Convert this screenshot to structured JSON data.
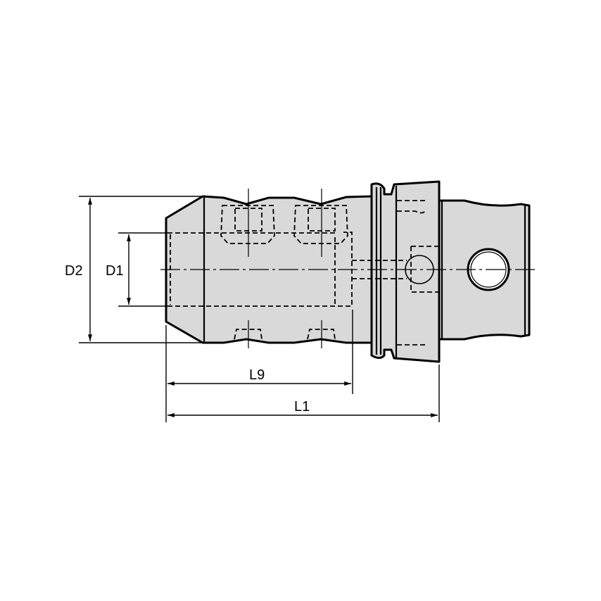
{
  "drawing": {
    "type": "technical-drawing",
    "subject": "tool holder side view",
    "colors": {
      "body_fill": "#d9d9d9",
      "line": "#000000",
      "background": "#ffffff"
    },
    "dimensions": {
      "d2": {
        "label": "D2",
        "orientation": "vertical"
      },
      "d1": {
        "label": "D1",
        "orientation": "vertical"
      },
      "l9": {
        "label": "L9",
        "orientation": "horizontal"
      },
      "l1": {
        "label": "L1",
        "orientation": "horizontal"
      }
    }
  }
}
